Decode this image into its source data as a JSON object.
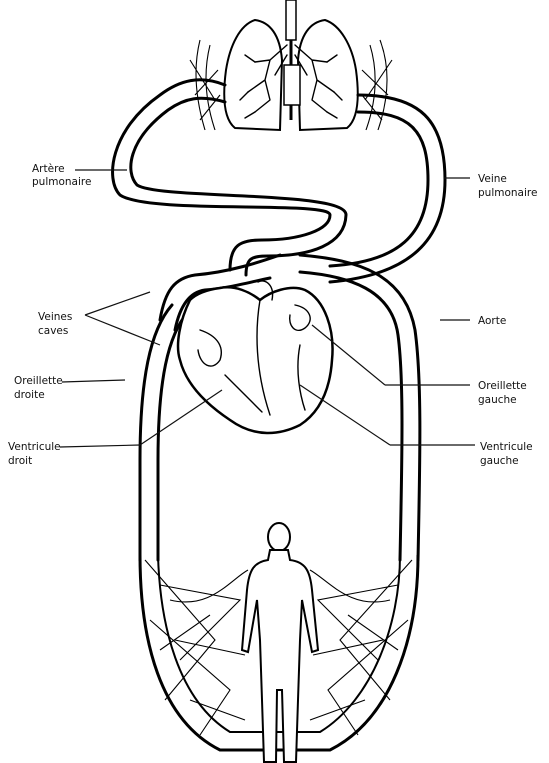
{
  "labels": {
    "artere_pulmonaire": [
      "Artère",
      "pulmonaire"
    ],
    "veine_pulmonaire": [
      "Veine",
      "pulmonaire"
    ],
    "veines_caves": [
      "Veines",
      "caves"
    ],
    "aorte": [
      "Aorte"
    ],
    "oreillette_droite": [
      "Oreillette",
      "droite"
    ],
    "oreillette_gauche": [
      "Oreillette",
      "gauche"
    ],
    "ventricule_droit": [
      "Ventricule",
      "droit"
    ],
    "ventricule_gauche": [
      "Ventricule",
      "gauche"
    ]
  },
  "colors": {
    "ink": "#000000",
    "background": "#ffffff"
  }
}
